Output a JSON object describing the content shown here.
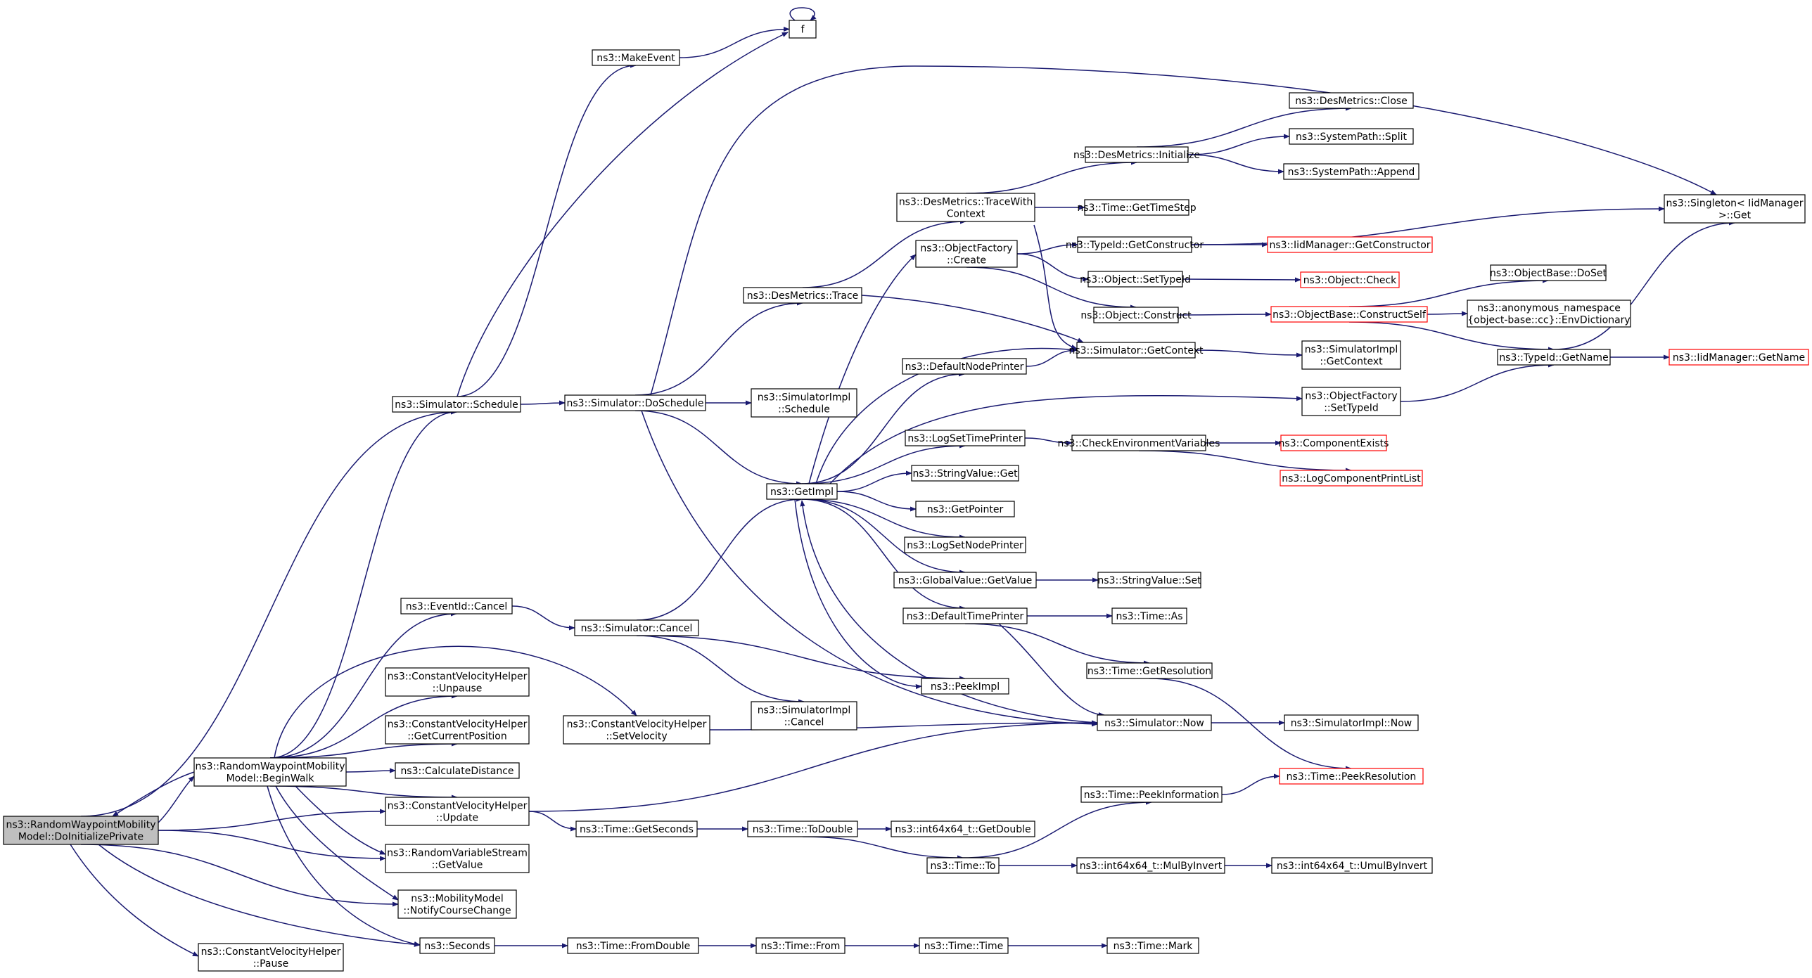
{
  "nodes": [
    {
      "id": "root",
      "label": "ns3::RandomWaypointMobility\nModel::DoInitializePrivate",
      "focus": true
    },
    {
      "id": "pause",
      "label": "ns3::ConstantVelocityHelper\n::Pause"
    },
    {
      "id": "beginwalk",
      "label": "ns3::RandomWaypointMobility\nModel::BeginWalk"
    },
    {
      "id": "schedule",
      "label": "ns3::Simulator::Schedule"
    },
    {
      "id": "makeevent",
      "label": "ns3::MakeEvent"
    },
    {
      "id": "f",
      "label": "f"
    },
    {
      "id": "doschedule",
      "label": "ns3::Simulator::DoSchedule"
    },
    {
      "id": "simimpl_schedule",
      "label": "ns3::SimulatorImpl\n::Schedule"
    },
    {
      "id": "destrace",
      "label": "ns3::DesMetrics::Trace"
    },
    {
      "id": "tracewith",
      "label": "ns3::DesMetrics::TraceWith\nContext"
    },
    {
      "id": "desinit",
      "label": "ns3::DesMetrics::Initialize"
    },
    {
      "id": "desclose",
      "label": "ns3::DesMetrics::Close"
    },
    {
      "id": "split",
      "label": "ns3::SystemPath::Split"
    },
    {
      "id": "append",
      "label": "ns3::SystemPath::Append"
    },
    {
      "id": "gettimestep",
      "label": "ns3::Time::GetTimeStep"
    },
    {
      "id": "singleton",
      "label": "ns3::Singleton< IidManager\n>::Get"
    },
    {
      "id": "ofcreate",
      "label": "ns3::ObjectFactory\n::Create"
    },
    {
      "id": "getconstructor",
      "label": "ns3::TypeId::GetConstructor"
    },
    {
      "id": "iid_getconstructor",
      "label": "ns3::IidManager::GetConstructor",
      "truncated": true
    },
    {
      "id": "settypeid",
      "label": "ns3::Object::SetTypeId"
    },
    {
      "id": "objcheck",
      "label": "ns3::Object::Check",
      "truncated": true
    },
    {
      "id": "objconstruct",
      "label": "ns3::Object::Construct"
    },
    {
      "id": "constructself",
      "label": "ns3::ObjectBase::ConstructSelf",
      "truncated": true
    },
    {
      "id": "doset",
      "label": "ns3::ObjectBase::DoSet"
    },
    {
      "id": "envdict",
      "label": "ns3::anonymous_namespace\n{object-base::cc}::EnvDictionary"
    },
    {
      "id": "getname",
      "label": "ns3::TypeId::GetName"
    },
    {
      "id": "iid_getname",
      "label": "ns3::IidManager::GetName",
      "truncated": true
    },
    {
      "id": "getcontext",
      "label": "ns3::Simulator::GetContext"
    },
    {
      "id": "simimpl_getcontext",
      "label": "ns3::SimulatorImpl\n::GetContext"
    },
    {
      "id": "defaultnodeprinter",
      "label": "ns3::DefaultNodePrinter"
    },
    {
      "id": "of_settypeid",
      "label": "ns3::ObjectFactory\n::SetTypeId"
    },
    {
      "id": "logsettimeprinter",
      "label": "ns3::LogSetTimePrinter"
    },
    {
      "id": "checkenv",
      "label": "ns3::CheckEnvironmentVariables"
    },
    {
      "id": "componentexists",
      "label": "ns3::ComponentExists",
      "truncated": true
    },
    {
      "id": "logcomponentprintlist",
      "label": "ns3::LogComponentPrintList",
      "truncated": true
    },
    {
      "id": "stringvalue_get",
      "label": "ns3::StringValue::Get"
    },
    {
      "id": "getimpl",
      "label": "ns3::GetImpl"
    },
    {
      "id": "getpointer",
      "label": "ns3::GetPointer"
    },
    {
      "id": "logsetnodeprinter",
      "label": "ns3::LogSetNodePrinter"
    },
    {
      "id": "gv_getvalue",
      "label": "ns3::GlobalValue::GetValue"
    },
    {
      "id": "stringvalue_set",
      "label": "ns3::StringValue::Set"
    },
    {
      "id": "defaulttimeprinter",
      "label": "ns3::DefaultTimePrinter"
    },
    {
      "id": "time_as",
      "label": "ns3::Time::As"
    },
    {
      "id": "getresolution",
      "label": "ns3::Time::GetResolution"
    },
    {
      "id": "peekimpl",
      "label": "ns3::PeekImpl"
    },
    {
      "id": "eventid_cancel",
      "label": "ns3::EventId::Cancel"
    },
    {
      "id": "sim_cancel",
      "label": "ns3::Simulator::Cancel"
    },
    {
      "id": "simimpl_cancel",
      "label": "ns3::SimulatorImpl\n::Cancel"
    },
    {
      "id": "unpause",
      "label": "ns3::ConstantVelocityHelper\n::Unpause"
    },
    {
      "id": "getcurrentposition",
      "label": "ns3::ConstantVelocityHelper\n::GetCurrentPosition"
    },
    {
      "id": "setvelocity",
      "label": "ns3::ConstantVelocityHelper\n::SetVelocity"
    },
    {
      "id": "simnow",
      "label": "ns3::Simulator::Now"
    },
    {
      "id": "simimpl_now",
      "label": "ns3::SimulatorImpl::Now"
    },
    {
      "id": "calcdistance",
      "label": "ns3::CalculateDistance"
    },
    {
      "id": "peekresolution",
      "label": "ns3::Time::PeekResolution",
      "truncated": true
    },
    {
      "id": "cvh_update",
      "label": "ns3::ConstantVelocityHelper\n::Update"
    },
    {
      "id": "peekinformation",
      "label": "ns3::Time::PeekInformation"
    },
    {
      "id": "getseconds",
      "label": "ns3::Time::GetSeconds"
    },
    {
      "id": "todouble",
      "label": "ns3::Time::ToDouble"
    },
    {
      "id": "int_getdouble",
      "label": "ns3::int64x64_t::GetDouble"
    },
    {
      "id": "rvs_getvalue",
      "label": "ns3::RandomVariableStream\n::GetValue"
    },
    {
      "id": "time_to",
      "label": "ns3::Time::To"
    },
    {
      "id": "mulbyinvert",
      "label": "ns3::int64x64_t::MulByInvert"
    },
    {
      "id": "umulbyinvert",
      "label": "ns3::int64x64_t::UmulByInvert"
    },
    {
      "id": "notifycourse",
      "label": "ns3::MobilityModel\n::NotifyCourseChange"
    },
    {
      "id": "seconds",
      "label": "ns3::Seconds"
    },
    {
      "id": "fromdouble",
      "label": "ns3::Time::FromDouble"
    },
    {
      "id": "time_from",
      "label": "ns3::Time::From"
    },
    {
      "id": "time_time",
      "label": "ns3::Time::Time"
    },
    {
      "id": "time_mark",
      "label": "ns3::Time::Mark"
    }
  ],
  "edges": [
    [
      "root",
      "beginwalk"
    ],
    [
      "root",
      "schedule"
    ],
    [
      "root",
      "cvh_update"
    ],
    [
      "root",
      "rvs_getvalue"
    ],
    [
      "root",
      "notifycourse"
    ],
    [
      "root",
      "seconds"
    ],
    [
      "root",
      "pause"
    ],
    [
      "beginwalk",
      "root"
    ],
    [
      "beginwalk",
      "schedule"
    ],
    [
      "beginwalk",
      "eventid_cancel"
    ],
    [
      "beginwalk",
      "setvelocity"
    ],
    [
      "beginwalk",
      "unpause"
    ],
    [
      "beginwalk",
      "getcurrentposition"
    ],
    [
      "beginwalk",
      "calcdistance"
    ],
    [
      "beginwalk",
      "cvh_update"
    ],
    [
      "beginwalk",
      "rvs_getvalue"
    ],
    [
      "beginwalk",
      "notifycourse"
    ],
    [
      "beginwalk",
      "seconds"
    ],
    [
      "schedule",
      "makeevent"
    ],
    [
      "schedule",
      "f"
    ],
    [
      "schedule",
      "doschedule"
    ],
    [
      "makeevent",
      "f"
    ],
    [
      "f",
      "f"
    ],
    [
      "doschedule",
      "singleton"
    ],
    [
      "doschedule",
      "destrace"
    ],
    [
      "doschedule",
      "simimpl_schedule"
    ],
    [
      "doschedule",
      "getimpl"
    ],
    [
      "doschedule",
      "simnow"
    ],
    [
      "destrace",
      "tracewith"
    ],
    [
      "destrace",
      "getcontext"
    ],
    [
      "tracewith",
      "desinit"
    ],
    [
      "tracewith",
      "gettimestep"
    ],
    [
      "tracewith",
      "getcontext"
    ],
    [
      "desinit",
      "desclose"
    ],
    [
      "desinit",
      "split"
    ],
    [
      "desinit",
      "append"
    ],
    [
      "ofcreate",
      "getconstructor"
    ],
    [
      "ofcreate",
      "settypeid"
    ],
    [
      "ofcreate",
      "objconstruct"
    ],
    [
      "getconstructor",
      "singleton"
    ],
    [
      "getconstructor",
      "iid_getconstructor"
    ],
    [
      "settypeid",
      "objcheck"
    ],
    [
      "objconstruct",
      "constructself"
    ],
    [
      "constructself",
      "doset"
    ],
    [
      "constructself",
      "envdict"
    ],
    [
      "constructself",
      "getname"
    ],
    [
      "getname",
      "singleton"
    ],
    [
      "getname",
      "iid_getname"
    ],
    [
      "getcontext",
      "simimpl_getcontext"
    ],
    [
      "getimpl",
      "ofcreate"
    ],
    [
      "getimpl",
      "getcontext"
    ],
    [
      "getimpl",
      "defaultnodeprinter"
    ],
    [
      "getimpl",
      "of_settypeid"
    ],
    [
      "getimpl",
      "logsettimeprinter"
    ],
    [
      "getimpl",
      "stringvalue_get"
    ],
    [
      "getimpl",
      "getpointer"
    ],
    [
      "getimpl",
      "logsetnodeprinter"
    ],
    [
      "getimpl",
      "gv_getvalue"
    ],
    [
      "getimpl",
      "defaulttimeprinter"
    ],
    [
      "getimpl",
      "peekimpl"
    ],
    [
      "defaultnodeprinter",
      "getcontext"
    ],
    [
      "of_settypeid",
      "getname"
    ],
    [
      "logsettimeprinter",
      "checkenv"
    ],
    [
      "checkenv",
      "componentexists"
    ],
    [
      "checkenv",
      "logcomponentprintlist"
    ],
    [
      "gv_getvalue",
      "stringvalue_set"
    ],
    [
      "defaulttimeprinter",
      "time_as"
    ],
    [
      "defaulttimeprinter",
      "getresolution"
    ],
    [
      "defaulttimeprinter",
      "simnow"
    ],
    [
      "getresolution",
      "peekresolution"
    ],
    [
      "simnow",
      "getimpl"
    ],
    [
      "simnow",
      "simimpl_now"
    ],
    [
      "eventid_cancel",
      "sim_cancel"
    ],
    [
      "sim_cancel",
      "getimpl"
    ],
    [
      "sim_cancel",
      "peekimpl"
    ],
    [
      "sim_cancel",
      "simimpl_cancel"
    ],
    [
      "setvelocity",
      "simnow"
    ],
    [
      "cvh_update",
      "simnow"
    ],
    [
      "cvh_update",
      "getseconds"
    ],
    [
      "getseconds",
      "todouble"
    ],
    [
      "todouble",
      "int_getdouble"
    ],
    [
      "todouble",
      "time_to"
    ],
    [
      "time_to",
      "peekinformation"
    ],
    [
      "time_to",
      "mulbyinvert"
    ],
    [
      "peekinformation",
      "peekresolution"
    ],
    [
      "mulbyinvert",
      "umulbyinvert"
    ],
    [
      "seconds",
      "fromdouble"
    ],
    [
      "fromdouble",
      "time_from"
    ],
    [
      "time_from",
      "time_time"
    ],
    [
      "time_time",
      "time_mark"
    ]
  ]
}
